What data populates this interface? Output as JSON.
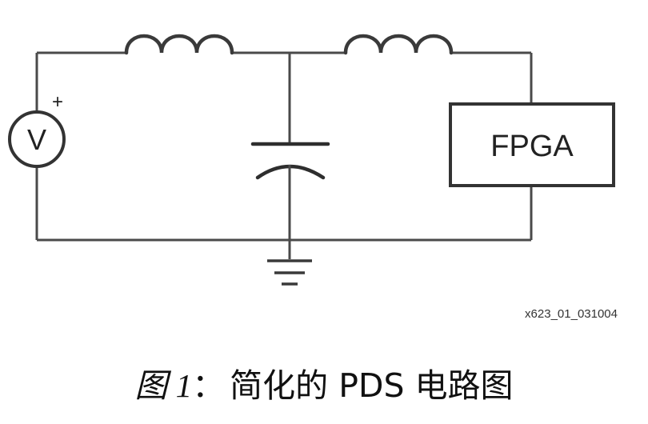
{
  "diagram": {
    "source_label": "V",
    "polarity_label": "+",
    "load_label": "FPGA",
    "figure_id": "x623_01_031004"
  },
  "caption": {
    "figure_number": "图 1",
    "separator": "：",
    "title": "简化的 PDS 电路图"
  }
}
